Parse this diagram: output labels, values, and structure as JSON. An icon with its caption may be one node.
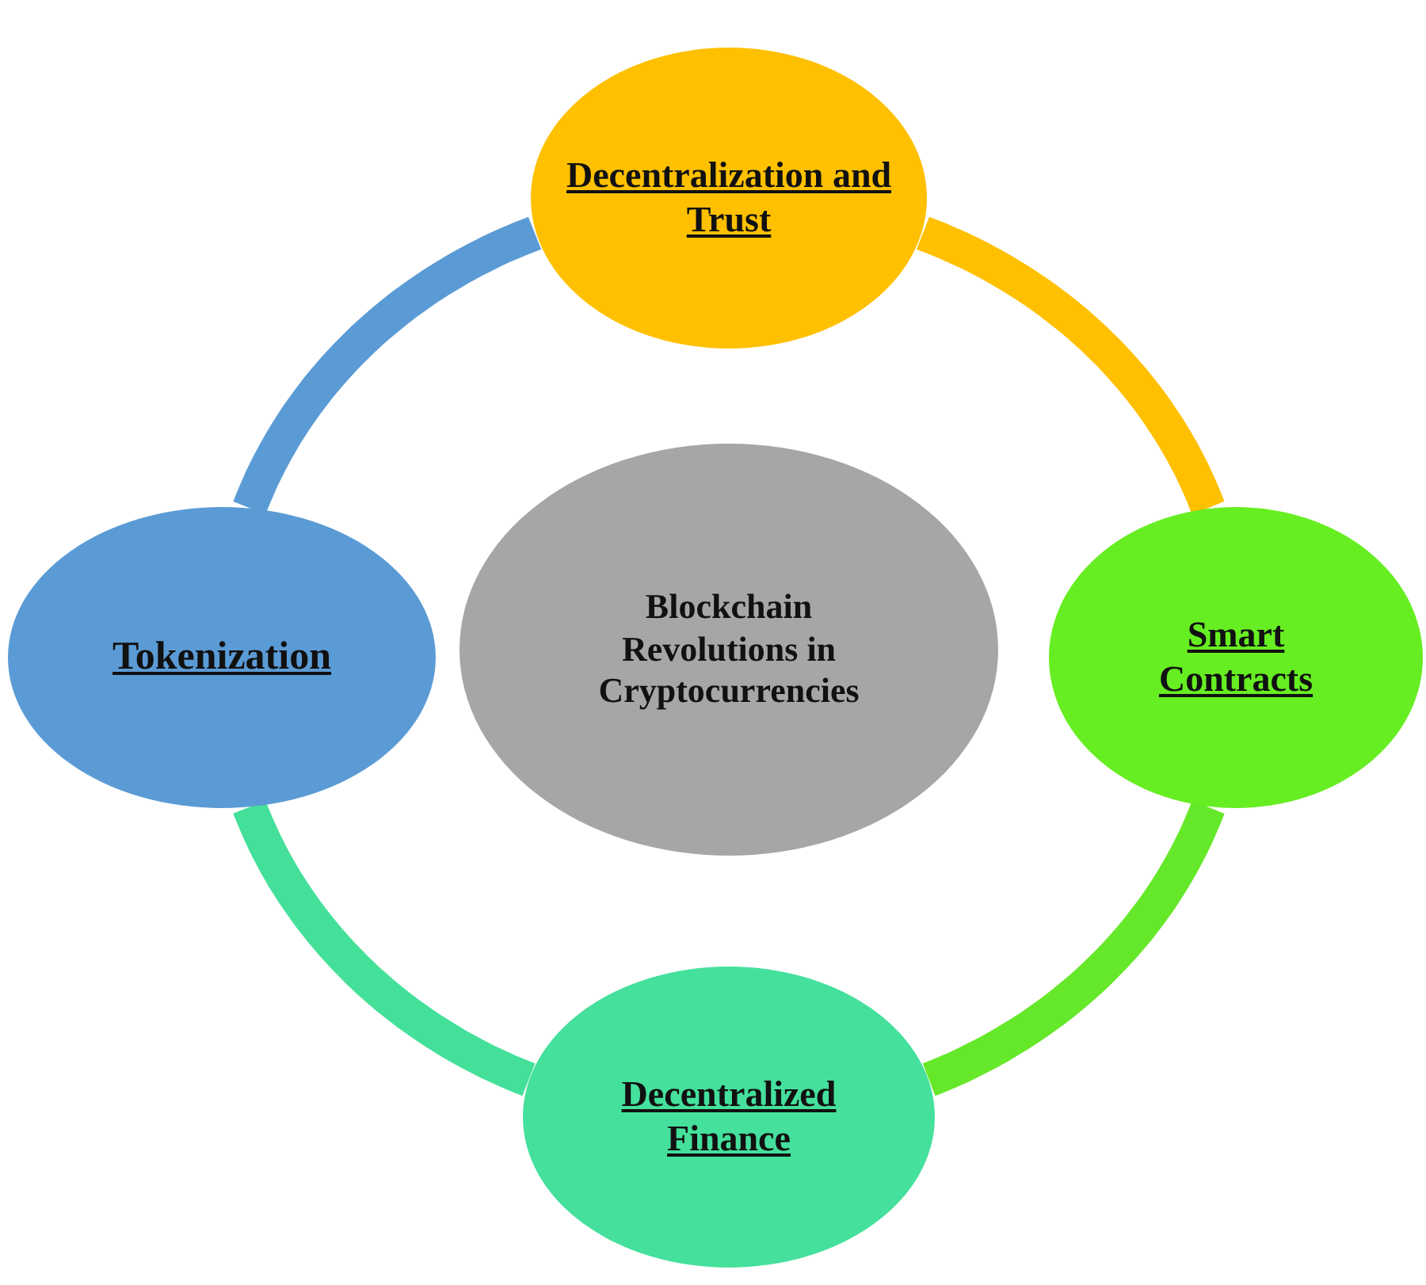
{
  "diagram": {
    "nodes": [
      {
        "text": [
          "Decentralization and Trust"
        ]
      },
      {
        "text": [
          "Smart Contracts"
        ]
      },
      {
        "text": [
          "Decentralized Finance"
        ]
      },
      {
        "text": [
          "Tokenization"
        ]
      },
      {
        "text": [
          "Blockchain Revolutions in Cryptocurrencies"
        ]
      }
    ],
    "edges": [
      {
        "from": 0,
        "to": 1,
        "arrow": "none",
        "color": "#ffc000"
      },
      {
        "from": 1,
        "to": 2,
        "arrow": "none",
        "color": "#66e82a"
      },
      {
        "from": 2,
        "to": 3,
        "arrow": "none",
        "color": "#44e09a"
      },
      {
        "from": 3,
        "to": 0,
        "arrow": "none",
        "color": "#5b9bd5"
      }
    ]
  }
}
